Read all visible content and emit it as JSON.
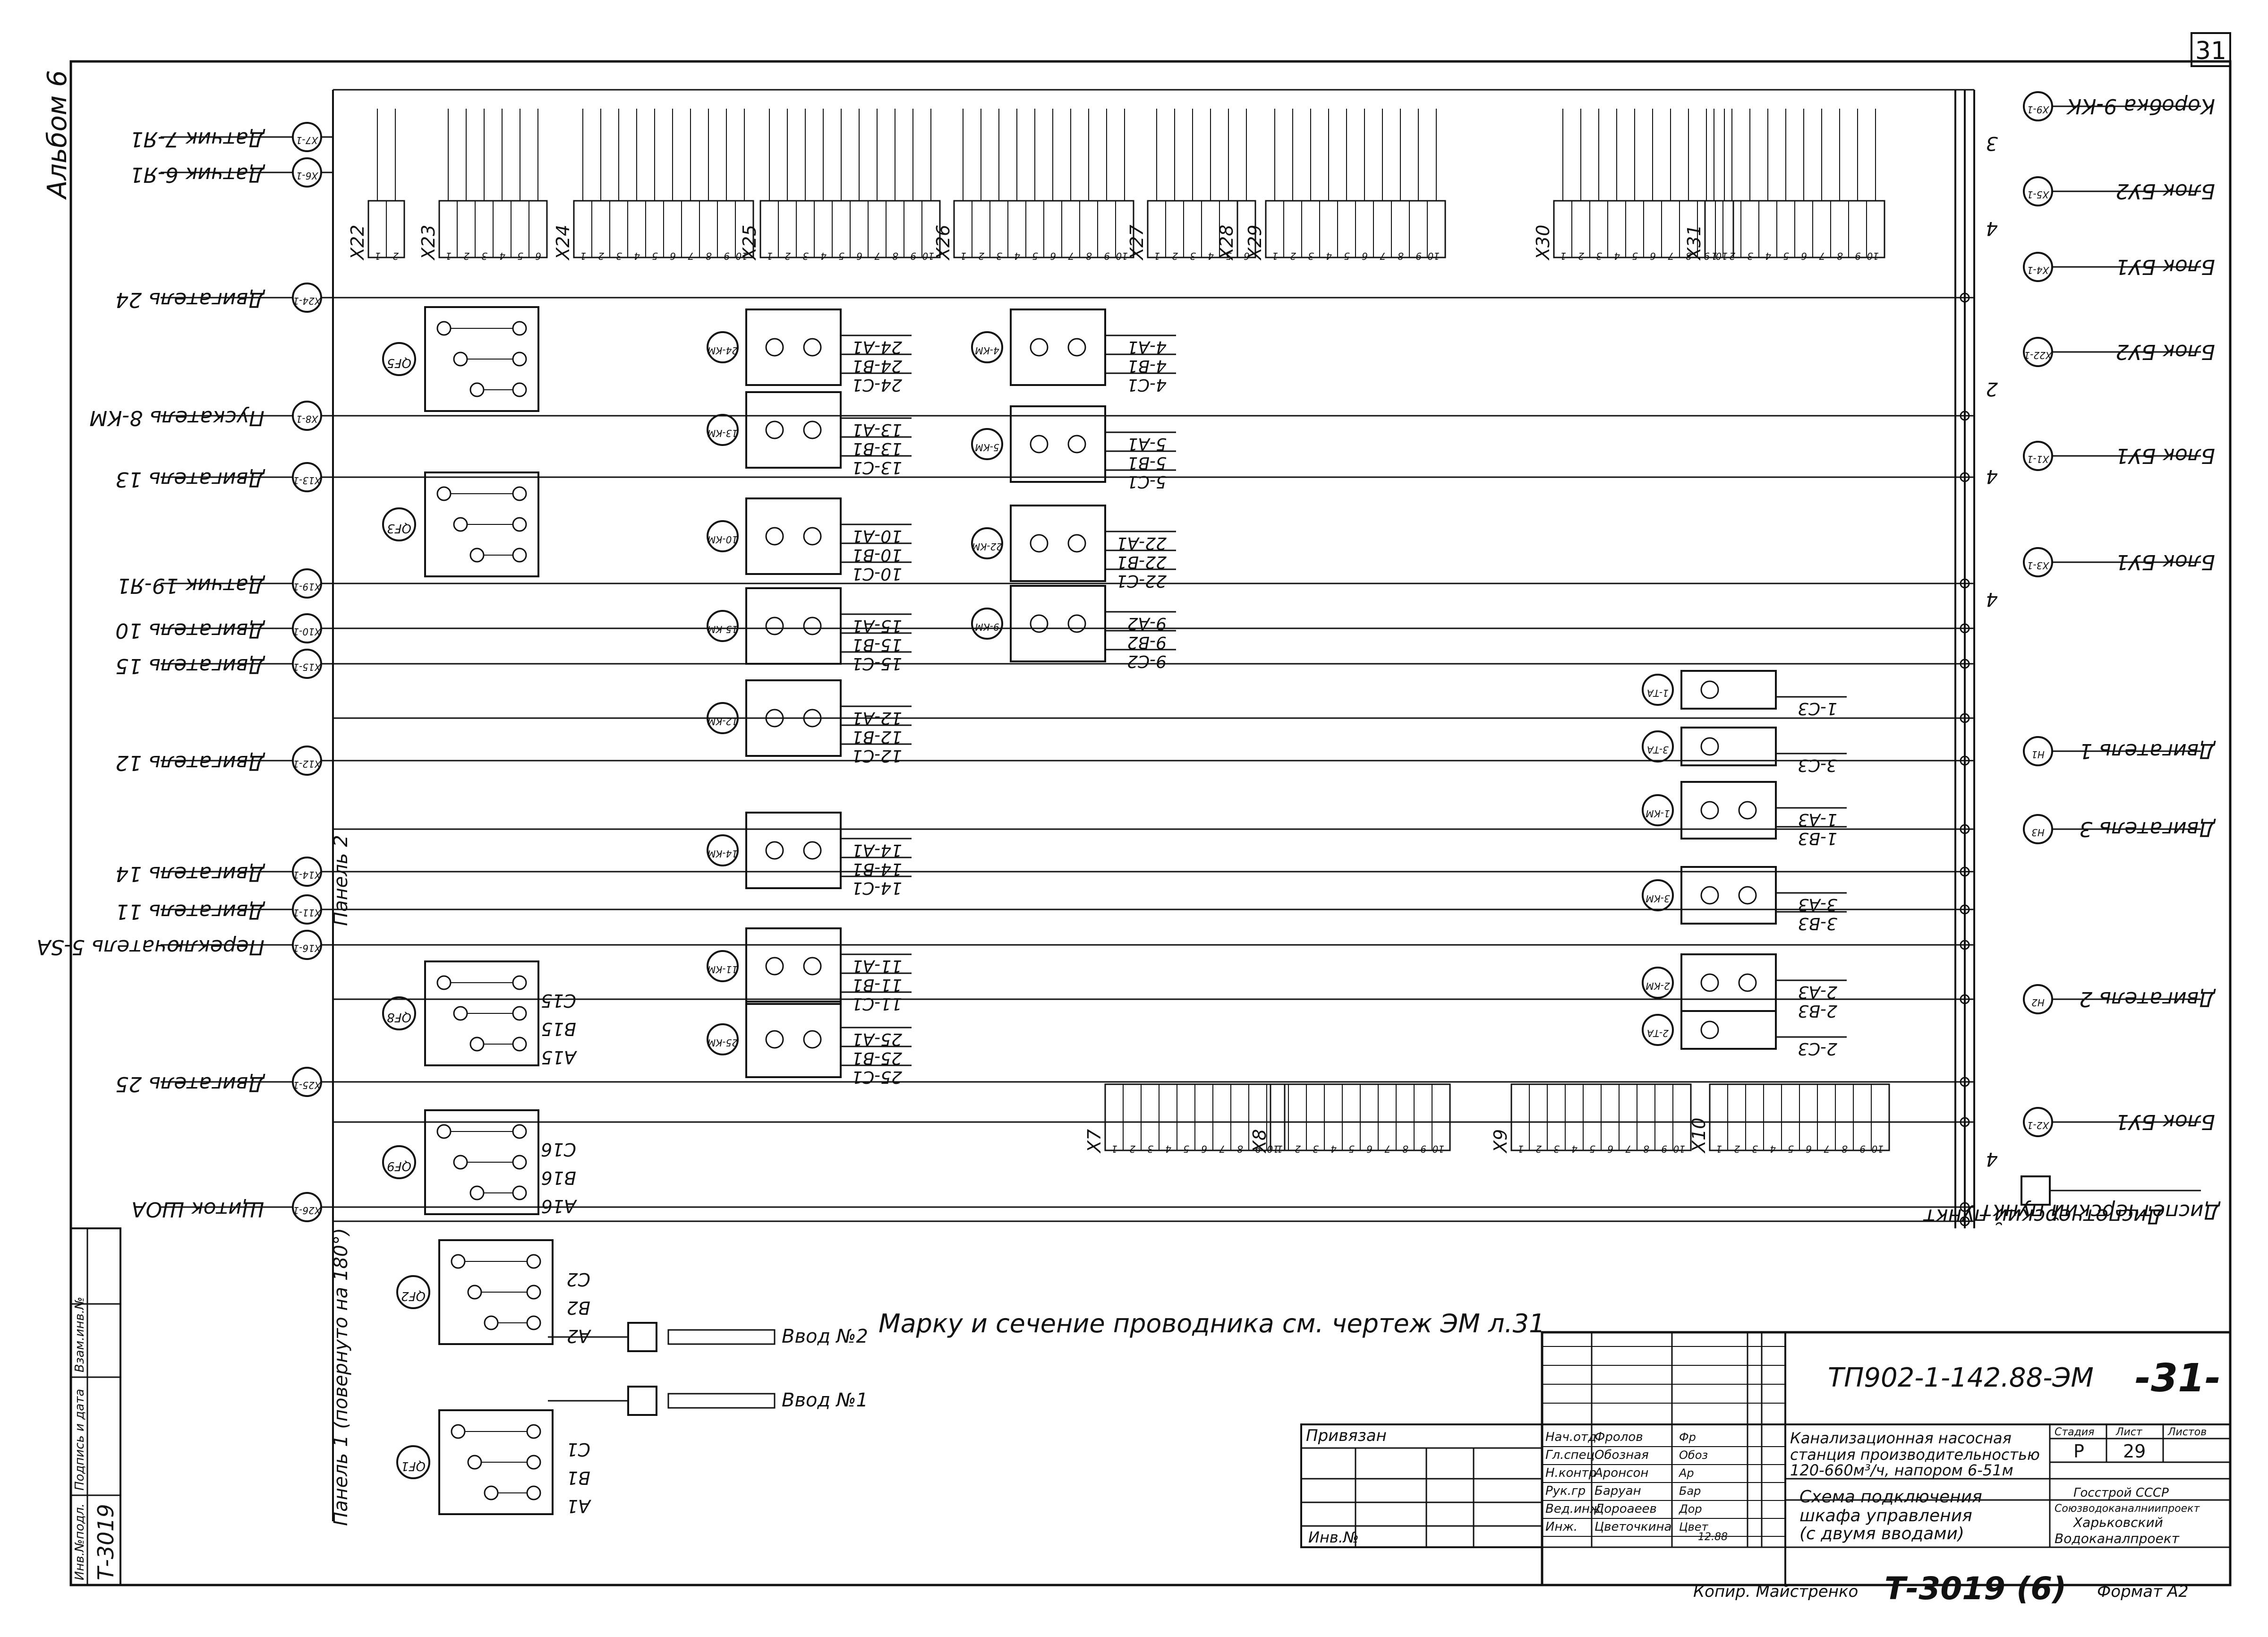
{
  "sheet": {
    "album": "Альбом 6",
    "sheet_no": "31",
    "bottom_left_code": "Т-3019",
    "left_stamp": [
      "Инв.№подл.",
      "Подпись и дата",
      "Взам.инв.№"
    ],
    "panel1": "Панель 1 (повернуто на 180°)",
    "panel2": "Панель 2",
    "note": "Марку и сечение проводника см. чертеж ЭМ л.31",
    "copier": "Копир. Майстренко",
    "copy_code": "Т-3019 (6)",
    "format": "Формат А2"
  },
  "title_block": {
    "designation": "ТП902-1-142.88-ЭМ",
    "sheet_big": "-31-",
    "project": [
      "Канализационная насосная",
      "станция производительностью",
      "120-660м³/ч, напором 6-51м"
    ],
    "sheet_title": [
      "Схема подключения",
      "шкафа управления",
      "(с двумя вводами)"
    ],
    "col_headers": [
      "Стадия",
      "Лист",
      "Листов"
    ],
    "stage": "Р",
    "sheet": "29",
    "org": [
      "Госстрой СССР",
      "Союзводоканалниипроект",
      "Харьковский",
      "Водоканалпроект"
    ],
    "attached": "Привязан",
    "inv_no": "Инв.№",
    "roles": [
      {
        "role": "Нач.отд",
        "name": "Фролов",
        "sign": "Фр"
      },
      {
        "role": "Гл.спец",
        "name": "Обозная",
        "sign": "Обоз"
      },
      {
        "role": "Н.контр",
        "name": "Аронсон",
        "sign": "Ар"
      },
      {
        "role": "Рук.гр",
        "name": "Баруан",
        "sign": "Бар"
      },
      {
        "role": "Вед.инж",
        "name": "Дороаеев",
        "sign": "Дор"
      },
      {
        "role": "Инж.",
        "name": "Цветочкина",
        "sign": "Цвет"
      }
    ],
    "date": "12.88"
  },
  "left_labels": [
    "Датчик 7-Я1",
    "Датчик 6-Я1",
    "Двигатель 24",
    "Пускатель 8-КМ",
    "Двигатель 13",
    "Датчик 19-Я1",
    "Двигатель 10",
    "Двигатель 15",
    "Двигатель 12",
    "Двигатель 14",
    "Двигатель 11",
    "Переключатель 5-SA",
    "Двигатель 25",
    "Щиток ШОА",
    "Ввод №2",
    "Ввод №1"
  ],
  "left_circles": [
    "Х7-1",
    "Х6-1",
    "Х24-1",
    "Х8-1",
    "Х13-1",
    "Х19-1",
    "Х10-1",
    "Х15-1",
    "Х12-1",
    "Х14-1",
    "Х11-1",
    "Х16-1",
    "Х25-1",
    "Х26-1"
  ],
  "right_labels": [
    "Коробка 9-КК",
    "Блок БУ2",
    "Блок БУ1",
    "Блок БУ2",
    "Блок БУ1",
    "Блок БУ1",
    "Двигатель 1",
    "Двигатель 3",
    "Двигатель 2",
    "Блок БУ1",
    "Диспетчерский пункт"
  ],
  "right_circles": [
    "Х9-1",
    "Х5-1",
    "Х4-1",
    "Х22-1",
    "Х1-1",
    "Х3-1",
    "Н1",
    "Н3",
    "Н2",
    "Х2-1"
  ],
  "wire_counts": [
    "3",
    "4",
    "2",
    "4",
    "4",
    "4"
  ],
  "breakers": [
    {
      "id": "QF5",
      "labels": [
        "",
        "",
        ""
      ]
    },
    {
      "id": "QF3",
      "labels": [
        "",
        "",
        ""
      ]
    },
    {
      "id": "QF8",
      "labels": [
        "А15",
        "В15",
        "С15"
      ]
    },
    {
      "id": "QF9",
      "labels": [
        "А16",
        "В16",
        "С16"
      ]
    },
    {
      "id": "QF2",
      "labels": [
        "А2",
        "В2",
        "С2"
      ]
    },
    {
      "id": "QF1",
      "labels": [
        "А1",
        "В1",
        "С1"
      ]
    }
  ],
  "contactors": [
    {
      "id": "24-КМ",
      "labels": [
        "24-С1",
        "24-В1",
        "24-А1"
      ]
    },
    {
      "id": "13-КМ",
      "labels": [
        "13-С1",
        "13-В1",
        "13-А1"
      ]
    },
    {
      "id": "10-КМ",
      "labels": [
        "10-С1",
        "10-В1",
        "10-А1"
      ]
    },
    {
      "id": "15-КМ",
      "labels": [
        "15-С1",
        "15-В1",
        "15-А1"
      ]
    },
    {
      "id": "12-КМ",
      "labels": [
        "12-С1",
        "12-В1",
        "12-А1"
      ]
    },
    {
      "id": "14-КМ",
      "labels": [
        "14-С1",
        "14-В1",
        "14-А1"
      ]
    },
    {
      "id": "11-КМ",
      "labels": [
        "11-С1",
        "11-В1",
        "11-А1"
      ]
    },
    {
      "id": "25-КМ",
      "labels": [
        "25-С1",
        "25-В1",
        "25-А1"
      ]
    },
    {
      "id": "4-КМ",
      "labels": [
        "4-С1",
        "4-В1",
        "4-А1"
      ]
    },
    {
      "id": "5-КМ",
      "labels": [
        "5-С1",
        "5-В1",
        "5-А1"
      ]
    },
    {
      "id": "22-КМ",
      "labels": [
        "22-С1",
        "22-В1",
        "22-А1"
      ]
    },
    {
      "id": "9-КМ",
      "labels": [
        "9-С2",
        "9-В2",
        "9-А2"
      ]
    },
    {
      "id": "1-ТА",
      "labels": [
        "1-С3"
      ]
    },
    {
      "id": "3-ТА",
      "labels": [
        "3-С3"
      ]
    },
    {
      "id": "1-КМ",
      "labels": [
        "1-В3",
        "1-А3"
      ]
    },
    {
      "id": "3-КМ",
      "labels": [
        "3-В3",
        "3-А3"
      ]
    },
    {
      "id": "2-КМ",
      "labels": [
        "2-В3",
        "2-А3"
      ]
    },
    {
      "id": "2-ТА",
      "labels": [
        "2-С3"
      ]
    }
  ],
  "terminals": [
    {
      "id": "Х22",
      "rows": [
        "1",
        "2"
      ]
    },
    {
      "id": "Х23",
      "rows": [
        "1",
        "2",
        "3",
        "4",
        "5",
        "6"
      ]
    },
    {
      "id": "Х24",
      "rows": [
        "1",
        "2",
        "3",
        "4",
        "5",
        "6",
        "7",
        "8",
        "9",
        "10"
      ]
    },
    {
      "id": "Х25",
      "rows": [
        "1",
        "2",
        "3",
        "4",
        "5",
        "6",
        "7",
        "8",
        "9",
        "10"
      ]
    },
    {
      "id": "Х26",
      "rows": [
        "1",
        "2",
        "3",
        "4",
        "5",
        "6",
        "7",
        "8",
        "9",
        "10"
      ]
    },
    {
      "id": "Х27",
      "rows": [
        "1",
        "2",
        "3",
        "4",
        "5",
        "6"
      ]
    },
    {
      "id": "Х28",
      "rows": [
        ""
      ]
    },
    {
      "id": "Х29",
      "rows": [
        "1",
        "2",
        "3",
        "4",
        "5",
        "6",
        "7",
        "8",
        "9",
        "10"
      ]
    },
    {
      "id": "Х30",
      "rows": [
        "1",
        "2",
        "3",
        "4",
        "5",
        "6",
        "7",
        "8",
        "9",
        "10"
      ]
    },
    {
      "id": "Х31",
      "rows": [
        "1",
        "2",
        "3",
        "4",
        "5",
        "6",
        "7",
        "8",
        "9",
        "10"
      ]
    },
    {
      "id": "Х7",
      "rows": [
        "1",
        "2",
        "3",
        "4",
        "5",
        "6",
        "7",
        "8",
        "9",
        "10"
      ]
    },
    {
      "id": "Х8",
      "rows": [
        "1",
        "2",
        "3",
        "4",
        "5",
        "6",
        "7",
        "8",
        "9",
        "10"
      ]
    },
    {
      "id": "Х9",
      "rows": [
        "1",
        "2",
        "3",
        "4",
        "5",
        "6",
        "7",
        "8",
        "9",
        "10"
      ]
    },
    {
      "id": "Х10",
      "rows": [
        "1",
        "2",
        "3",
        "4",
        "5",
        "6",
        "7",
        "8",
        "9",
        "10"
      ]
    }
  ]
}
